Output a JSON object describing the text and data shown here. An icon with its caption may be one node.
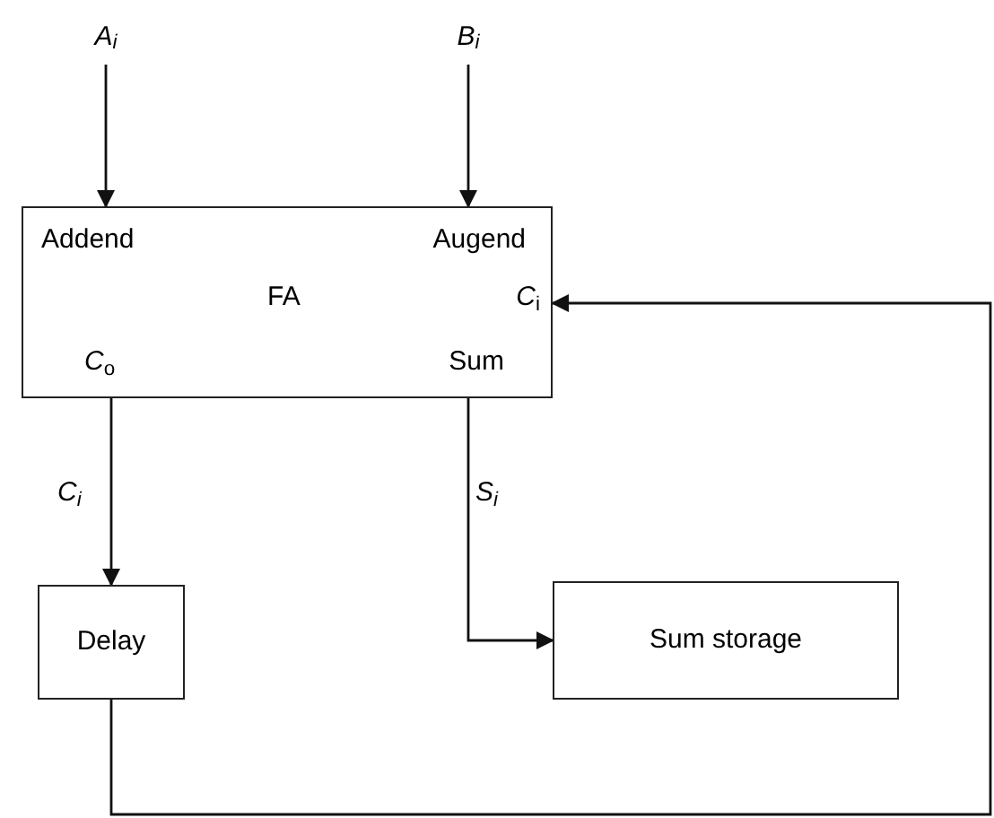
{
  "diagram": {
    "nodes": [
      {
        "text": [
          "Addend",
          "Augend",
          "FA",
          "*C*$_{i}$",
          "*C*$_{o}$",
          "Sum"
        ]
      },
      {
        "text": [
          "A$_{i}$"
        ]
      },
      {
        "text": [
          "B$_{i}$"
        ]
      },
      {
        "text": [
          "Delay"
        ]
      },
      {
        "text": [
          "Sum storage"
        ]
      }
    ],
    "edges": [
      {
        "from": 1,
        "to": 0,
        "arrow": "to"
      },
      {
        "from": 2,
        "to": 0,
        "arrow": "to"
      },
      {
        "from": 0,
        "to": 3,
        "arrow": "to",
        "label": "C$_{i}$"
      },
      {
        "from": 0,
        "to": 4,
        "arrow": "to",
        "label": "S$_{i}$"
      },
      {
        "from": 3,
        "to": 0,
        "arrow": "to"
      }
    ]
  }
}
